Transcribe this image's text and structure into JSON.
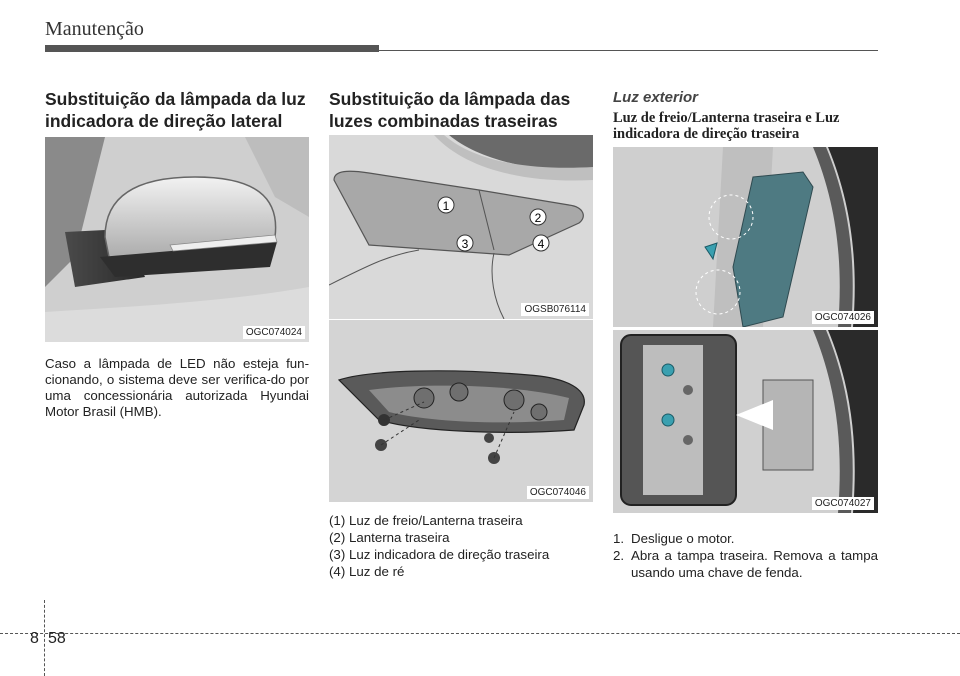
{
  "header": {
    "title": "Manutenção"
  },
  "col1": {
    "heading": "Substituição da lâmpada da luz indicadora de direção lateral",
    "fig_code": "OGC074024",
    "paragraph": "Caso a lâmpada de LED não esteja fun-cionando, o sistema deve ser verifica-do por uma concessionária autorizada Hyundai Motor Brasil (HMB)."
  },
  "col2": {
    "heading": "Substituição da lâmpada das luzes combinadas traseiras",
    "fig1_code": "OGSB076114",
    "fig1_labels": [
      "1",
      "2",
      "3",
      "4"
    ],
    "fig2_code": "OGC074046",
    "items": [
      "(1) Luz de freio/Lanterna traseira",
      "(2) Lanterna traseira",
      "(3) Luz indicadora de direção traseira",
      "(4) Luz de ré"
    ]
  },
  "col3": {
    "subheading": "Luz exterior",
    "heading": "Luz de freio/Lanterna traseira e Luz indicadora de direção traseira",
    "fig1_code": "OGC074026",
    "fig2_code": "OGC074027",
    "steps": [
      {
        "n": "1.",
        "text": "Desligue o motor."
      },
      {
        "n": "2.",
        "text": "Abra a tampa traseira. Remova a tampa usando uma chave de fenda."
      }
    ]
  },
  "footer": {
    "section": "8",
    "page": "58"
  }
}
